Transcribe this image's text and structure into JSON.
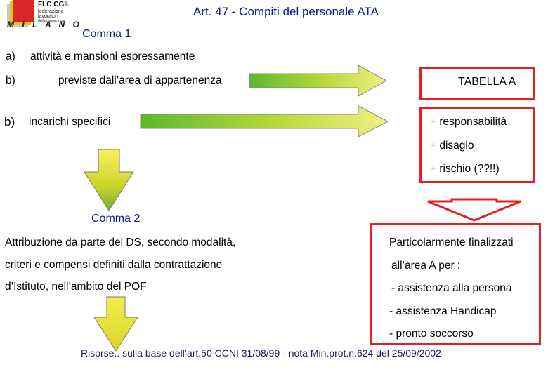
{
  "logo": {
    "name": "FLC CGIL",
    "sub1": "federazione",
    "sub2": "lavoratori",
    "sub3": "della conoscenza",
    "city": "M I L A N O"
  },
  "title": "Art. 47 - Compiti del personale ATA",
  "comma1": {
    "heading": "Comma 1",
    "items": [
      {
        "marker": "a)",
        "text": "attività e mansioni espressamente"
      },
      {
        "marker": "b)",
        "text": "previste dall’area di appartenenza"
      },
      {
        "marker": "b)",
        "text": "incarichi specifici"
      }
    ],
    "tabella": "TABELLA A",
    "responsabilita": [
      "+ responsabilità",
      "+ disagio",
      "+ rischio (??!!)"
    ]
  },
  "comma2": {
    "heading": "Comma 2",
    "left_lines": [
      "Attribuzione da parte del DS, secondo modalità,",
      "criteri e compensi definiti dalla contrattazione",
      "d’Istituto, nell’ambito del POF"
    ],
    "right_lines": [
      "Particolarmente finalizzati",
      "all’area A per :",
      "- assistenza alla persona",
      "- assistenza Handicap",
      "- pronto soccorso"
    ]
  },
  "footer": "Risorse.. sulla base dell’art.50 CCNI 31/08/99 - nota Min.prot.n.624 del 25/09/2002",
  "colors": {
    "title": "#0b1a8a",
    "box_border": "#e41f1f",
    "arrow_green": "#4caf2a",
    "arrow_yellow": "#e6e21a"
  }
}
